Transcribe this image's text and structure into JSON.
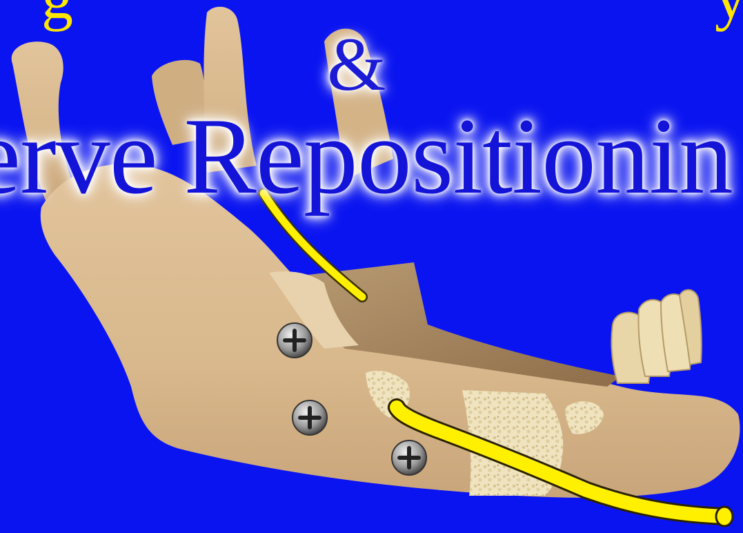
{
  "title": {
    "top_line_fragments": [
      "g",
      "y"
    ],
    "ampersand": "&",
    "main": "erve Repositionin"
  },
  "colors": {
    "background": "#0a14f0",
    "title_blue": "#1414d8",
    "top_yellow": "#ffe600",
    "bone": "#d9b98f",
    "nerve": "#fff000",
    "graft": "#efe3c0"
  },
  "illustration": {
    "subject": "mandible",
    "screws": 3,
    "nerves": 2
  }
}
